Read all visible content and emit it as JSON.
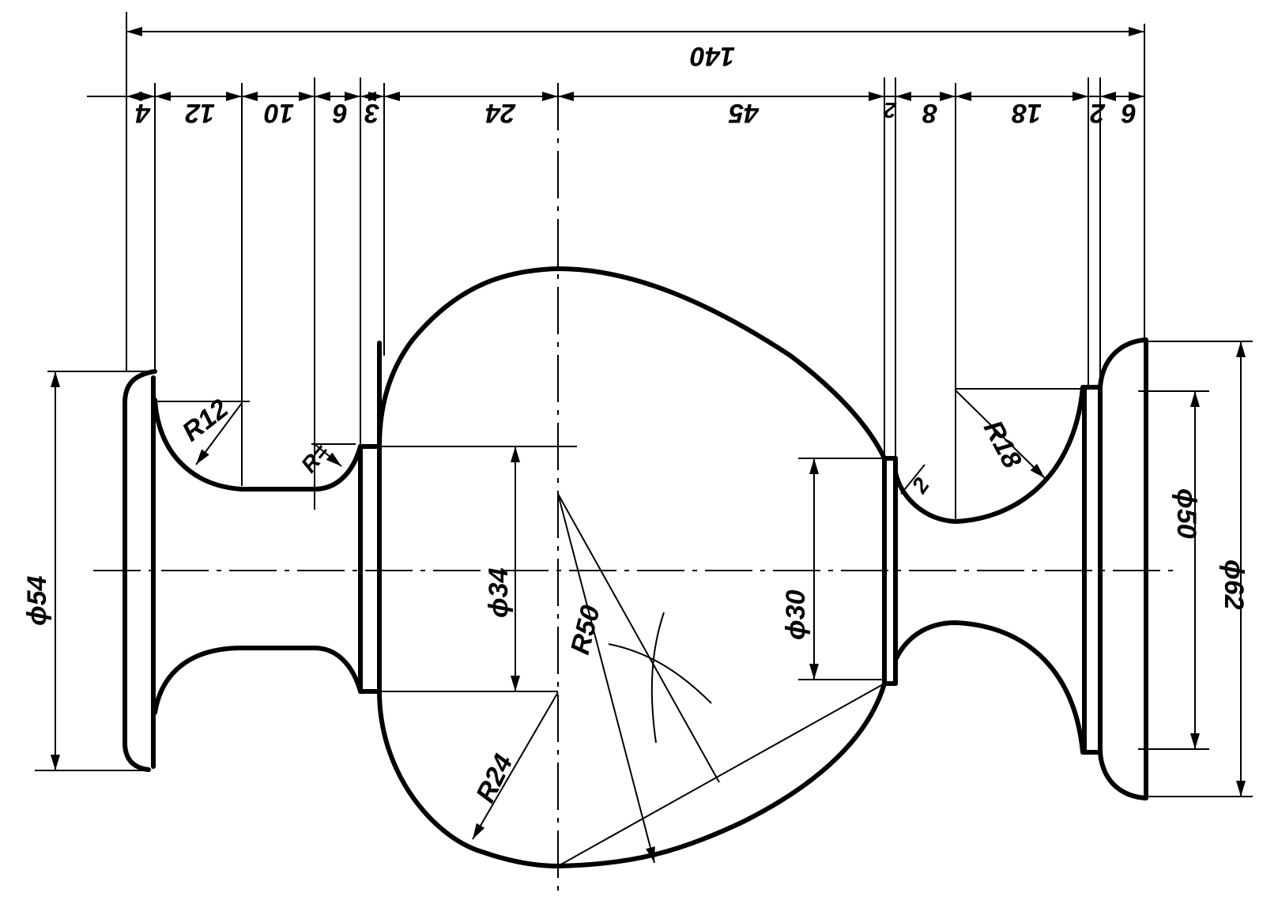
{
  "drawing": {
    "overall_length": "140",
    "segments_top": [
      "4",
      "12",
      "10",
      "6",
      "3",
      "24",
      "45",
      "2",
      "8",
      "18",
      "2",
      "6"
    ],
    "diameters": {
      "left_flange": "ϕ54",
      "left_step": "ϕ34",
      "right_neck": "ϕ30",
      "right_groove": "ϕ50",
      "right_flange": "ϕ62"
    },
    "radii": {
      "left_fillet": "R12",
      "small_fillet_left": "R=",
      "small_fillet_right": "2",
      "right_fillet": "R18",
      "ball_radius": "R50",
      "ball_lower": "R24"
    }
  }
}
